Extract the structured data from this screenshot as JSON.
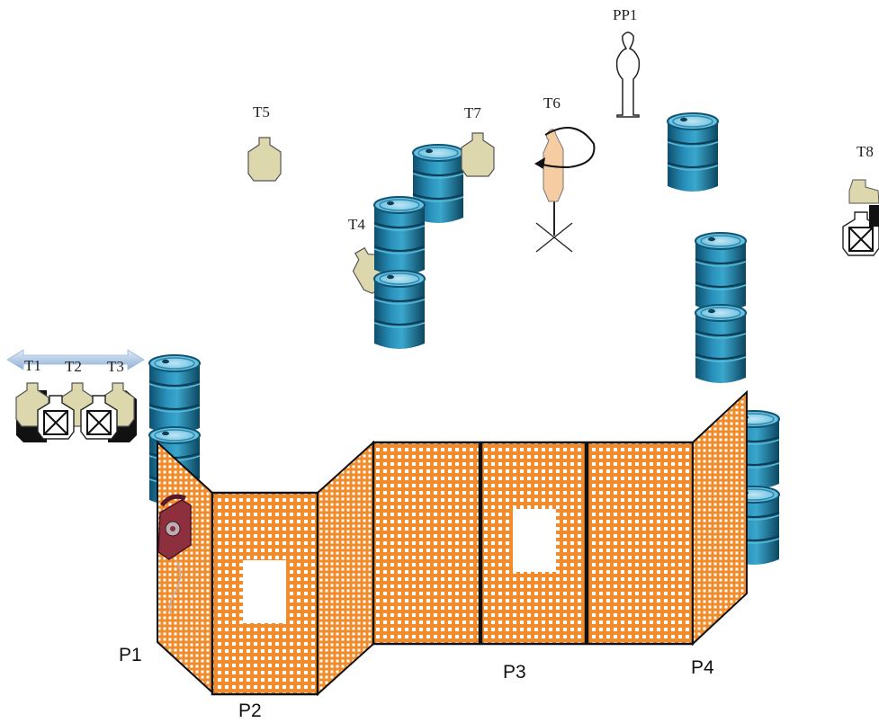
{
  "targets": {
    "t1": "T1",
    "t2": "T2",
    "t3": "T3",
    "t4": "T4",
    "t5": "T5",
    "t6": "T6",
    "t7": "T7",
    "t8": "T8",
    "pp1": "PP1"
  },
  "positions": {
    "p1": "P1",
    "p2": "P2",
    "p3": "P3",
    "p4": "P4"
  },
  "colors": {
    "barrel": "#1d7fa6",
    "barrel_dark": "#0e4f6e",
    "barrel_light": "#8fd0e8",
    "wall": "#f08c2b",
    "target_tan": "#dcd7ac",
    "target_skin": "#f6cca2",
    "arrow_blue": "#a9c6e6"
  },
  "icons": {
    "telephone": "telephone-icon",
    "rotation": "rotation-arrow-icon"
  }
}
